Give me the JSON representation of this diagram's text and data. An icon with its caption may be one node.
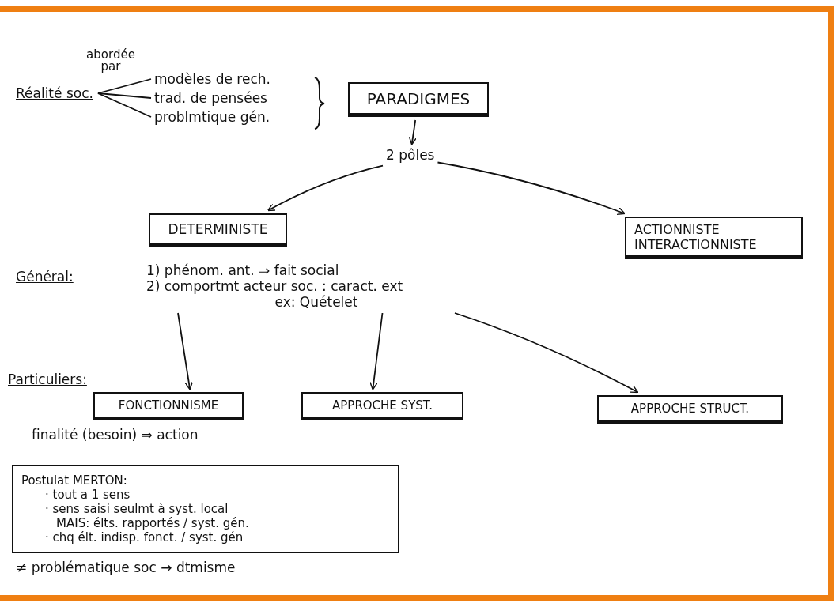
{
  "diagram": {
    "nodes": [
      {
        "text": [
          "Réalité soc."
        ]
      },
      {
        "text": [
          "modèles de rech."
        ]
      },
      {
        "text": [
          "trad. de pensées"
        ]
      },
      {
        "text": [
          "problmtique gén."
        ]
      },
      {
        "text": [
          "PARADIGMES"
        ]
      },
      {
        "text": [
          "2 pôles"
        ]
      },
      {
        "text": [
          "DETERMINISTE"
        ]
      },
      {
        "text": [
          "ACTIONNISTE INTERACTIONNISTE"
        ]
      },
      {
        "text": [
          "1) phénom. ant. ⇒ fait social",
          "2) comportmt acteur soc. : caract. ext",
          "ex: Quételet"
        ]
      },
      {
        "text": [
          "FONCTIONNISME"
        ]
      },
      {
        "text": [
          "APPROCHE SYST."
        ]
      },
      {
        "text": [
          "APPROCHE STRUCT."
        ]
      },
      {
        "text": [
          "Postulat MERTON:",
          "· tout a 1 sens",
          "· sens saisi seulmt à syst. local",
          "MAIS: élts. rapportés / syst. gén.",
          "· chq élt. indisp. fonct. / syst. gén"
        ]
      }
    ],
    "edges": [
      {
        "from": 0,
        "to": 1,
        "arrow": "none"
      },
      {
        "from": 0,
        "to": 2,
        "arrow": "none"
      },
      {
        "from": 0,
        "to": 3,
        "arrow": "none"
      },
      {
        "from": 4,
        "to": 5,
        "arrow": "to"
      },
      {
        "from": 5,
        "to": 6,
        "arrow": "to"
      },
      {
        "from": 5,
        "to": 7,
        "arrow": "to"
      },
      {
        "from": 8,
        "to": 9,
        "arrow": "to"
      },
      {
        "from": 8,
        "to": 10,
        "arrow": "to"
      },
      {
        "from": 8,
        "to": 11,
        "arrow": "to"
      }
    ],
    "labels": [
      "abordée par",
      "Général:",
      "Particuliers:",
      "finalité (besoin) ⇒ action",
      "≠ problématique soc → dtmisme"
    ]
  }
}
